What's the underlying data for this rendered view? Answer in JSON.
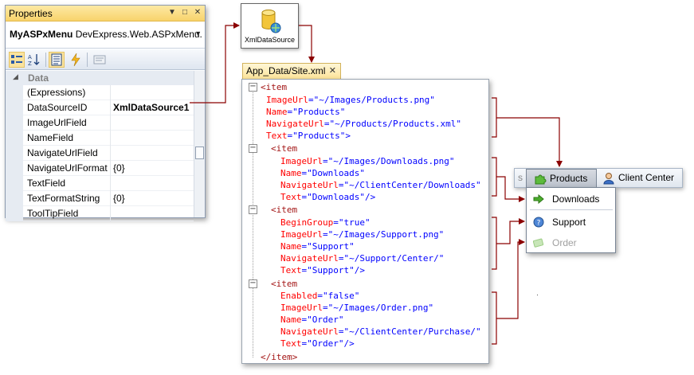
{
  "properties_panel": {
    "title": "Properties",
    "title_buttons": {
      "dropdown": "▼",
      "restore": "□",
      "close": "✕"
    },
    "object_name": "MyASPxMenu",
    "object_type": "DevExpress.Web.ASPxMenu.",
    "toolbar": [
      "categorized-icon",
      "alphabetical-icon",
      "properties-icon",
      "events-icon",
      "property-pages-icon"
    ],
    "category": "Data",
    "rows": [
      {
        "name": "(Expressions)",
        "value": ""
      },
      {
        "name": "DataSourceID",
        "value": "XmlDataSource1"
      },
      {
        "name": "ImageUrlField",
        "value": ""
      },
      {
        "name": "NameField",
        "value": ""
      },
      {
        "name": "NavigateUrlField",
        "value": ""
      },
      {
        "name": "NavigateUrlFormat",
        "value": "{0}"
      },
      {
        "name": "TextField",
        "value": ""
      },
      {
        "name": "TextFormatString",
        "value": "{0}"
      },
      {
        "name": "ToolTipField",
        "value": ""
      }
    ]
  },
  "data_source": {
    "label": "XmlDataSource"
  },
  "editor": {
    "tab_label": "App_Data/Site.xml",
    "tab_close": "✕",
    "lines": [
      {
        "tag": "<item"
      },
      {
        "attr": "ImageUrl",
        "value": "\"~/Images/Products.png\""
      },
      {
        "attr": "Name",
        "value": "\"Products\""
      },
      {
        "attr": "NavigateUrl",
        "value": "\"~/Products/Products.xml\""
      },
      {
        "attr": "Text",
        "value": "\"Products\">"
      },
      {
        "tag": "<item"
      },
      {
        "attr": "ImageUrl",
        "value": "\"~/Images/Downloads.png\""
      },
      {
        "attr": "Name",
        "value": "\"Downloads\""
      },
      {
        "attr": "NavigateUrl",
        "value": "\"~/ClientCenter/Downloads\""
      },
      {
        "attr": "Text",
        "value": "\"Downloads\"/>"
      },
      {
        "tag": "<item"
      },
      {
        "attr": "BeginGroup",
        "value": "\"true\""
      },
      {
        "attr": "ImageUrl",
        "value": "\"~/Images/Support.png\""
      },
      {
        "attr": "Name",
        "value": "\"Support\""
      },
      {
        "attr": "NavigateUrl",
        "value": "\"~/Support/Center/\""
      },
      {
        "attr": "Text",
        "value": "\"Support\"/>"
      },
      {
        "tag": "<item"
      },
      {
        "attr": "Enabled",
        "value": "\"false\""
      },
      {
        "attr": "ImageUrl",
        "value": "\"~/Images/Order.png\""
      },
      {
        "attr": "Name",
        "value": "\"Order\""
      },
      {
        "attr": "NavigateUrl",
        "value": "\"~/ClientCenter/Purchase/\""
      },
      {
        "attr": "Text",
        "value": "\"Order\"/>"
      },
      {
        "tag": "</item>"
      }
    ],
    "fold_glyph": "−"
  },
  "menu": {
    "clipped_text": "s",
    "items": [
      {
        "label": "Products",
        "icon": "puzzle-icon"
      },
      {
        "label": "Client Center",
        "icon": "user-icon"
      }
    ],
    "submenu": [
      {
        "label": "Downloads",
        "icon": "arrow-right-icon",
        "enabled": true
      },
      {
        "label": "Support",
        "icon": "help-icon",
        "enabled": true
      },
      {
        "label": "Order",
        "icon": "order-icon",
        "enabled": false
      }
    ]
  },
  "colors": {
    "connector": "#8b0000",
    "xml_tag": "#a31515",
    "xml_attr": "#ff0000",
    "xml_value": "#0000ff",
    "title_bar": "#f8d36b"
  }
}
